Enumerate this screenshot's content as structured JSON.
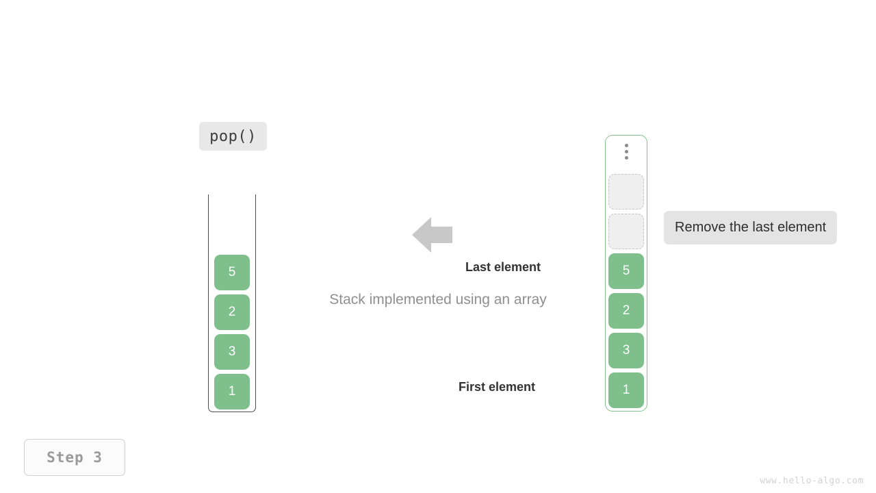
{
  "colors": {
    "cell_fill": "#7fbf8b",
    "cell_text": "#ffffff",
    "array_border": "#83c08d",
    "badge_bg": "#e8e8e8",
    "annotation_bg": "#e4e4e4",
    "caption_text": "#8f8f8f",
    "arrow": "#c8c8c8",
    "empty_slot_fill": "#efefef",
    "empty_slot_border": "#c4c4c4",
    "vessel_border": "#4a4a4a",
    "watermark": "#d2d2d2"
  },
  "operation": {
    "label": "pop()"
  },
  "stack": {
    "title": "stack-container",
    "items": [
      {
        "value": "5"
      },
      {
        "value": "2"
      },
      {
        "value": "3"
      },
      {
        "value": "1"
      }
    ]
  },
  "arrow": {
    "icon": "arrow-left-icon",
    "direction": "left"
  },
  "caption": {
    "text": "Stack implemented using an array"
  },
  "pointers": {
    "last": "Last element",
    "first": "First element"
  },
  "array": {
    "overflow_icon": "vertical-ellipsis-icon",
    "empty_slots": 2,
    "items": [
      {
        "value": "5"
      },
      {
        "value": "2"
      },
      {
        "value": "3"
      },
      {
        "value": "1"
      }
    ]
  },
  "annotation": {
    "text": "Remove the last element"
  },
  "step": {
    "label": "Step 3"
  },
  "watermark": {
    "text": "www.hello-algo.com"
  }
}
